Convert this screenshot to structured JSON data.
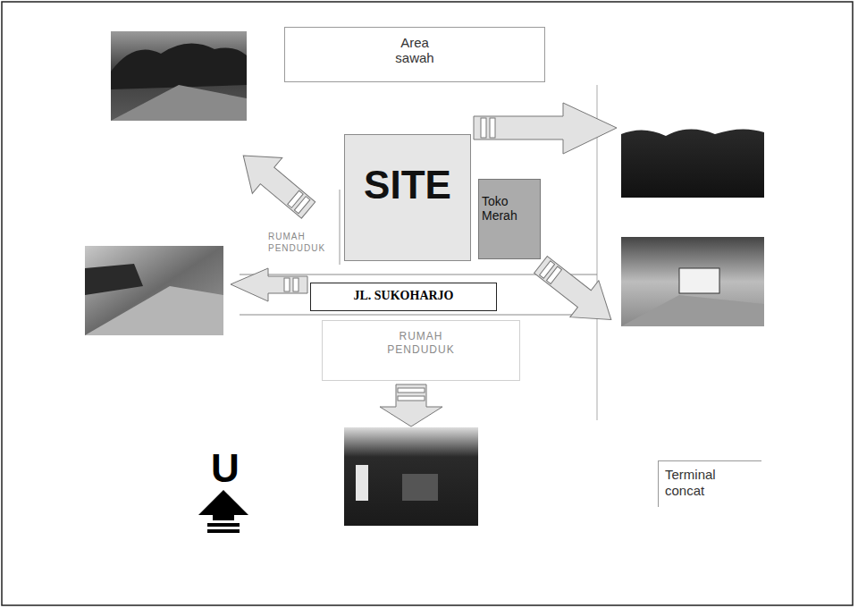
{
  "diagram": {
    "nodes": [
      {
        "text": [
          "Area sawah"
        ]
      },
      {
        "text": [
          "SITE"
        ]
      },
      {
        "text": [
          "Toko Merah"
        ]
      },
      {
        "text": [
          "JL. SUKOHARJO"
        ]
      },
      {
        "text": [
          "RUMAH PENDUDUK"
        ]
      },
      {
        "text": [
          "Terminal concat"
        ]
      }
    ],
    "labels": [
      "RUMAH PENDUDUK",
      "U"
    ]
  }
}
